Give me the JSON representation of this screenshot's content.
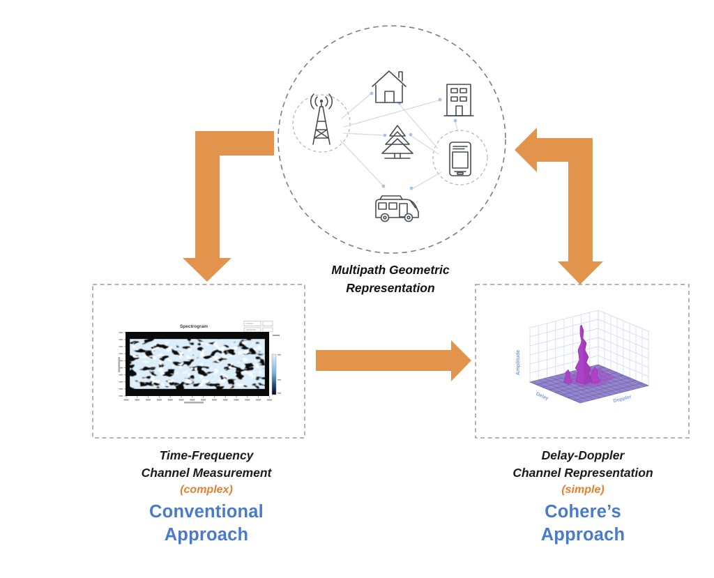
{
  "center_label": {
    "line1": "Multipath Geometric",
    "line2": "Representation"
  },
  "left_panel": {
    "caption_line1": "Time-Frequency",
    "caption_line2": "Channel Measurement",
    "qualifier": "(complex)",
    "approach_line1": "Conventional",
    "approach_line2": "Approach",
    "plot_title": "Spectrogram"
  },
  "right_panel": {
    "caption_line1": "Delay-Doppler",
    "caption_line2": "Channel Representation",
    "qualifier": "(simple)",
    "approach_line1": "Cohere’s",
    "approach_line2": "Approach",
    "plot_axis_amplitude": "Amplitude",
    "plot_axis_delay": "Delay",
    "plot_axis_doppler": "Doppler"
  },
  "scene": {
    "nodes": [
      "cell-tower",
      "house",
      "office-building",
      "pine-tree",
      "smartphone",
      "camper-van"
    ]
  },
  "colors": {
    "arrow_orange": "#E2944D",
    "qualifier_orange": "#E87E2E",
    "approach_blue": "#4A7BC8",
    "dashed_gray": "#8f8f8f",
    "icon_stroke": "#474b52",
    "link_gray": "#d7dbe0",
    "node_dot_blue": "#a9c3e6",
    "surface_purple": "#8B7DC6",
    "spike_magenta": "#AC42C6",
    "spectrogram_blue": "#aed6f2"
  }
}
